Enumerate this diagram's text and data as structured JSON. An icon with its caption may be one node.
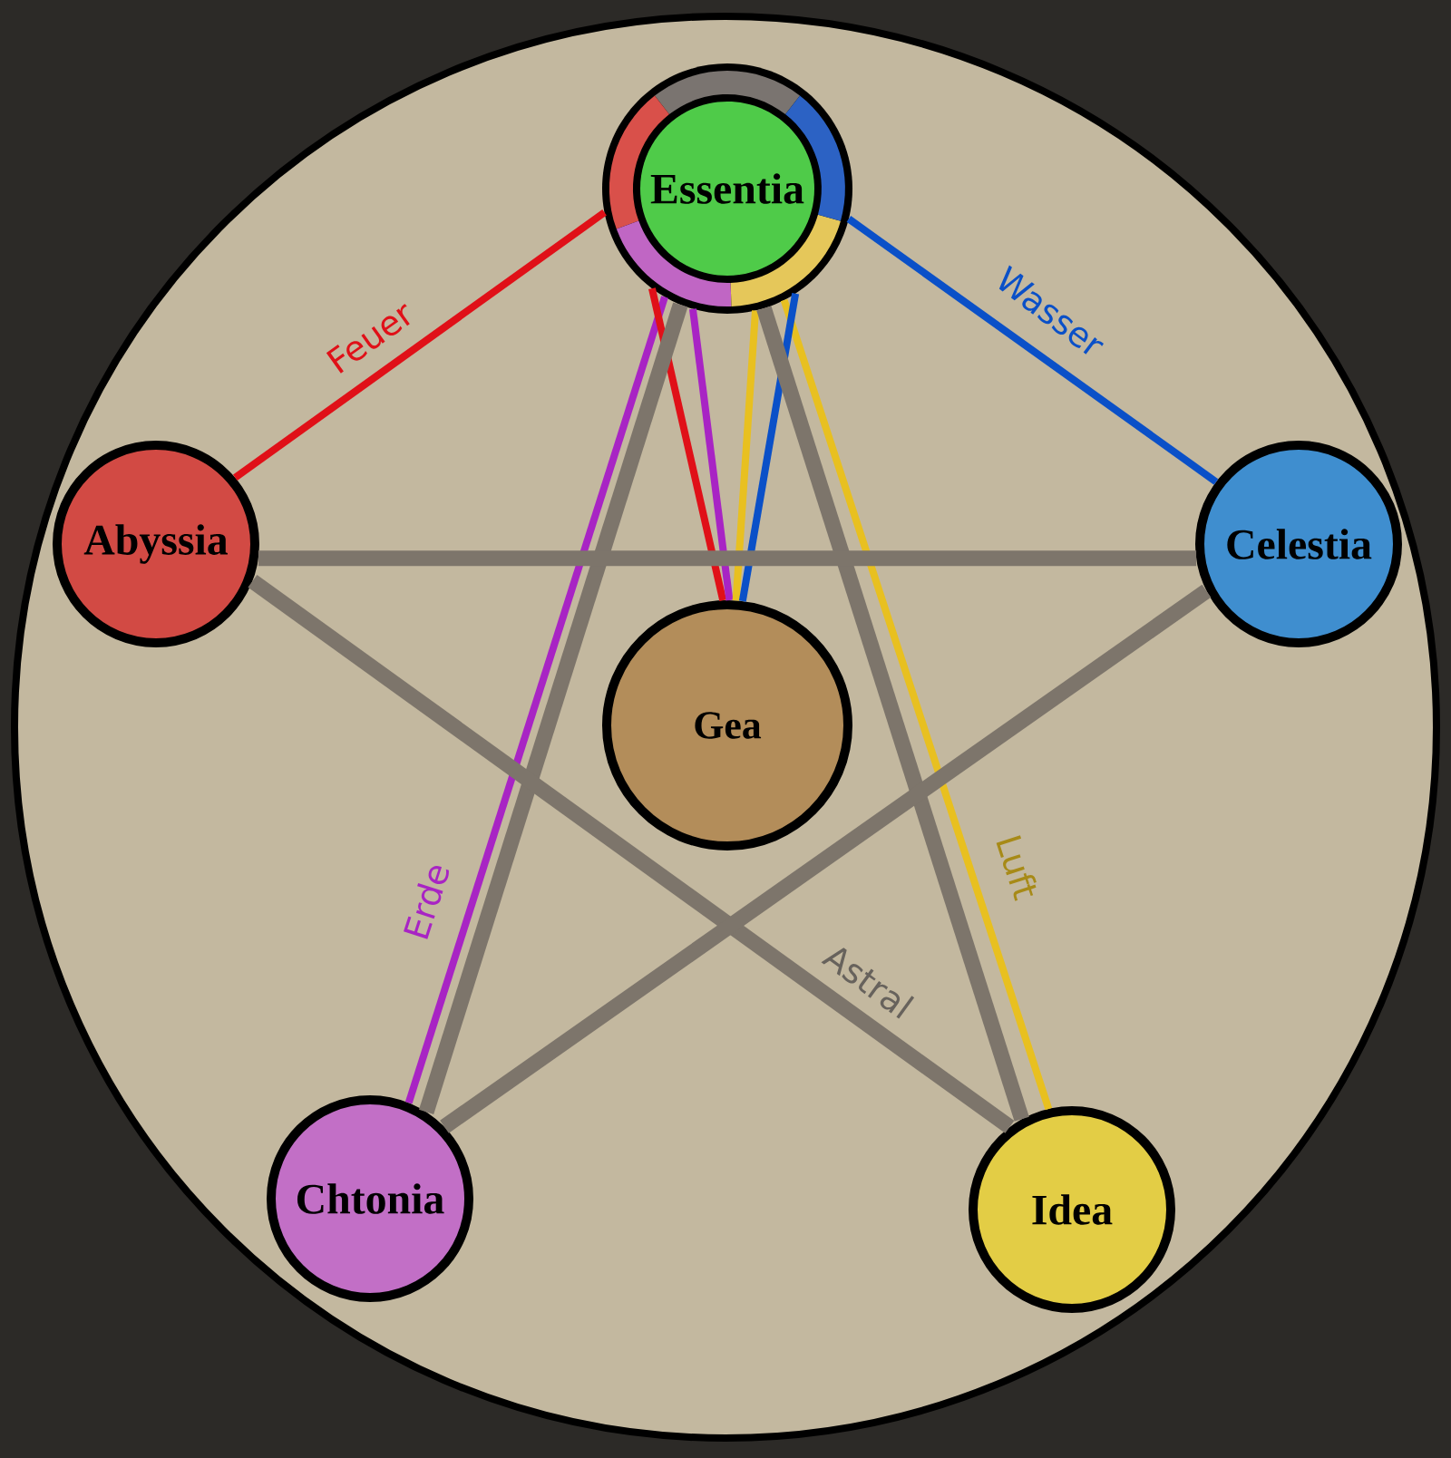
{
  "diagram": {
    "nodes": [
      {
        "text": [
          "Essentia"
        ]
      },
      {
        "text": [
          "Abyssia"
        ]
      },
      {
        "text": [
          "Celestia"
        ]
      },
      {
        "text": [
          "Gea"
        ]
      },
      {
        "text": [
          "Chtonia"
        ]
      },
      {
        "text": [
          "Idea"
        ]
      }
    ],
    "edges": [
      {
        "from": 0,
        "to": 1,
        "arrow": "none",
        "label": "Feuer",
        "color": "#e01018"
      },
      {
        "from": 0,
        "to": 2,
        "arrow": "none",
        "label": "Wasser",
        "color": "#0a50c8"
      },
      {
        "from": 0,
        "to": 4,
        "arrow": "none",
        "label": "Erde",
        "color": "#a824c4"
      },
      {
        "from": 0,
        "to": 5,
        "arrow": "none",
        "label": "Luft",
        "color": "#e8c020"
      },
      {
        "from": 0,
        "to": 3,
        "arrow": "none",
        "color": "#e01018"
      },
      {
        "from": 0,
        "to": 3,
        "arrow": "none",
        "color": "#a824c4"
      },
      {
        "from": 0,
        "to": 3,
        "arrow": "none",
        "color": "#e8c020"
      },
      {
        "from": 0,
        "to": 3,
        "arrow": "none",
        "color": "#0a50c8"
      },
      {
        "from": 0,
        "to": 4,
        "arrow": "none",
        "style": "thick"
      },
      {
        "from": 0,
        "to": 5,
        "arrow": "none",
        "style": "thick"
      },
      {
        "from": 1,
        "to": 2,
        "arrow": "none",
        "style": "thick"
      },
      {
        "from": 1,
        "to": 5,
        "arrow": "none",
        "label": "Astral",
        "style": "thick"
      },
      {
        "from": 2,
        "to": 4,
        "arrow": "none",
        "style": "thick"
      }
    ]
  }
}
